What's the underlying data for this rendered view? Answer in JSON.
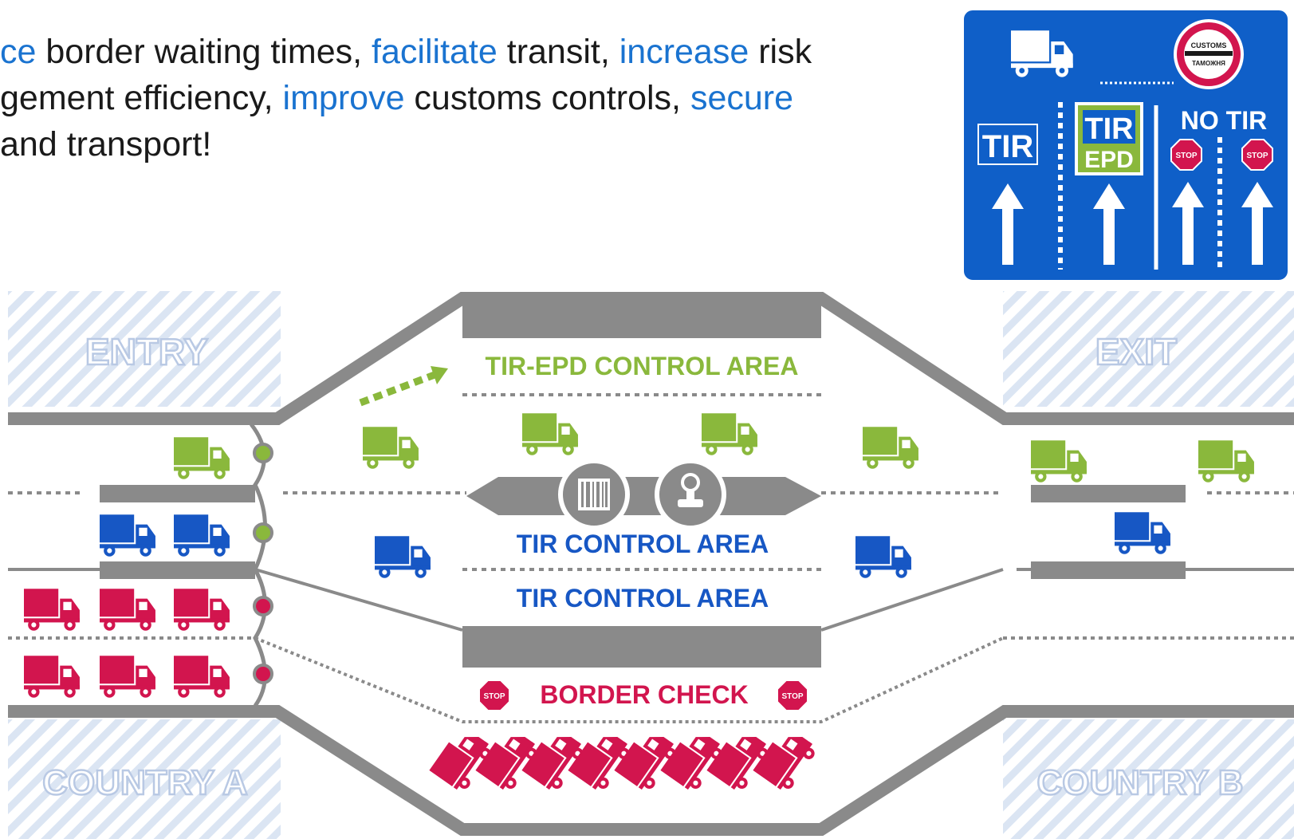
{
  "headline": {
    "line1": [
      {
        "text": "ce",
        "kw": true
      },
      {
        "text": " border waiting times, ",
        "kw": false
      },
      {
        "text": "facilitate",
        "kw": true
      },
      {
        "text": " transit, ",
        "kw": false
      },
      {
        "text": "increase",
        "kw": true
      },
      {
        "text": " risk",
        "kw": false
      }
    ],
    "line2": [
      {
        "text": "gement efficiency, ",
        "kw": false
      },
      {
        "text": "improve",
        "kw": true
      },
      {
        "text": " customs controls, ",
        "kw": false
      },
      {
        "text": "secure",
        "kw": true
      }
    ],
    "line3": [
      {
        "text": "and transport!",
        "kw": false
      }
    ]
  },
  "diagram": {
    "entry_label": "ENTRY",
    "exit_label": "EXIT",
    "country_a_label": "COUNTRY A",
    "country_b_label": "COUNTRY B",
    "tir_epd_area_label": "TIR-EPD CONTROL AREA",
    "tir_area_label_upper": "TIR CONTROL AREA",
    "tir_area_label_lower": "TIR CONTROL AREA",
    "border_check_label": "BORDER CHECK",
    "stop_text": "STOP"
  },
  "sign": {
    "customs_text": "CUSTOMS",
    "customs_text_ru": "ТАМОЖНЯ",
    "lane1_label": "TIR",
    "lane2_label_top": "TIR",
    "lane2_label_bottom": "EPD",
    "lane3_label": "NO TIR",
    "stop_text": "STOP"
  },
  "colors": {
    "road": "#8a8a8a",
    "green_truck": "#8ab83c",
    "blue_truck": "#1757c4",
    "red_truck": "#d2154e",
    "sign_blue": "#0f5fc8",
    "keyword_blue": "#1a73d0",
    "tir_blue": "#1757c4"
  }
}
